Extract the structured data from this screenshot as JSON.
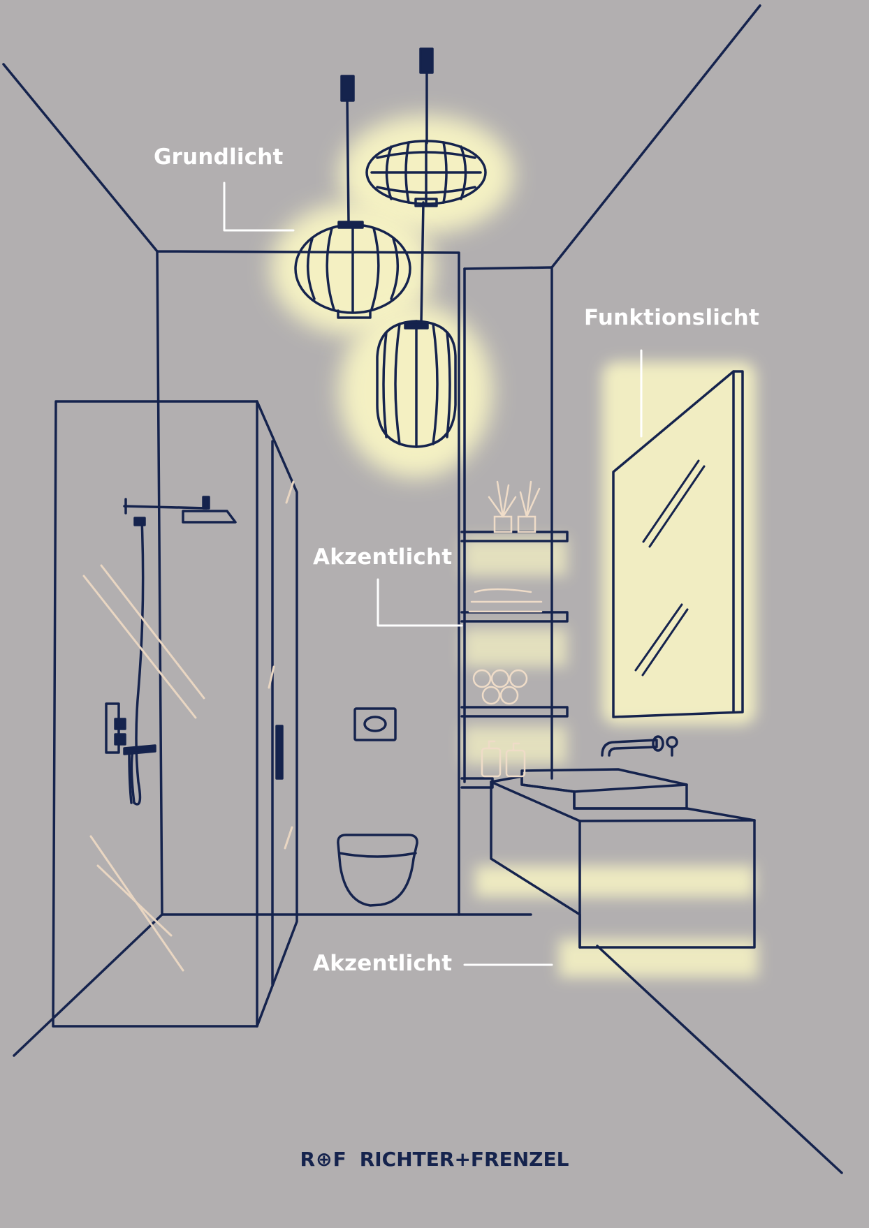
{
  "labels": {
    "grundlicht": "Grundlicht",
    "funktionslicht": "Funktionslicht",
    "akzentlicht_shelves": "Akzentlicht",
    "akzentlicht_vanity": "Akzentlicht"
  },
  "brand": {
    "mark": "R⊕F",
    "name": "RICHTER+FRENZEL"
  },
  "colors": {
    "background": "#b2afb0",
    "line": "#15234d",
    "glow": "#f6f1b6",
    "label": "#ffffff",
    "glass_stroke": "#e9d6c2"
  }
}
